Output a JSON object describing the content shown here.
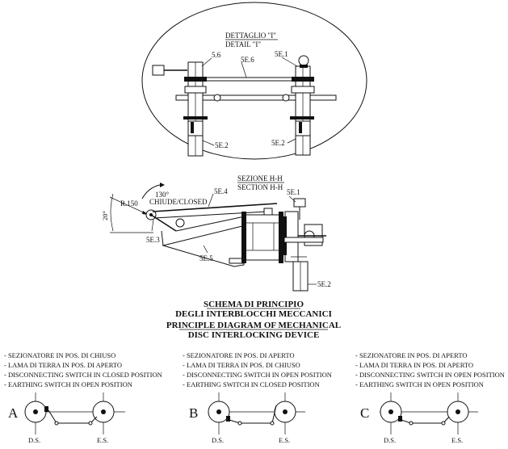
{
  "detail": {
    "title_it": "DETTAGLIO \"I\"",
    "title_en": "DETAIL \"I\"",
    "labels": {
      "l56": "5.6",
      "l5e6": "5E.6",
      "l5e1": "5E.1",
      "l5e2a": "5E.2",
      "l5e2b": "5E.2"
    }
  },
  "section": {
    "title_it": "SEZIONE H-H",
    "title_en": "SECTION H-H",
    "angle_130": "130°",
    "closed_label": "CHIUDE/CLOSED",
    "radius": "R.150",
    "angle_20": "20°",
    "labels": {
      "l5e4": "5E.4",
      "l5e1": "5E.1",
      "l5e3": "5E.3",
      "l5e5": "5E.5",
      "l5e2": "5E.2"
    }
  },
  "schema_title": {
    "line1": "SCHEMA DI PRINCIPIO",
    "line2": "DEGLI INTERBLOCCHI MECCANICI",
    "line3": "PRINCIPLE DIAGRAM OF MECHANICAL",
    "line4": "DISC INTERLOCKING DEVICE"
  },
  "positions": [
    {
      "letter": "A",
      "desc": [
        "- SEZIONATORE IN POS. DI CHIUSO",
        "- LAMA DI TERRA IN POS. DI APERTO",
        "- DISCONNECTING SWITCH IN CLOSED POSITION",
        "- EARTHING SWITCH IN OPEN POSITION"
      ],
      "ds": "D.S.",
      "es": "E.S."
    },
    {
      "letter": "B",
      "desc": [
        "- SEZIONATORE IN POS. DI APERTO",
        "- LAMA DI TERRA IN POS. DI CHIUSO",
        "- DISCONNECTING SWITCH IN OPEN POSITION",
        "- EARTHING SWITCH IN CLOSED POSITION"
      ],
      "ds": "D.S.",
      "es": "E.S."
    },
    {
      "letter": "C",
      "desc": [
        "- SEZIONATORE IN POS. DI APERTO",
        "- LAMA DI TERRA IN POS. DI APERTO",
        "- DISCONNECTING SWITCH IN OPEN POSITION",
        "- EARTHING SWITCH IN OPEN POSITION"
      ],
      "ds": "D.S.",
      "es": "E.S."
    }
  ]
}
